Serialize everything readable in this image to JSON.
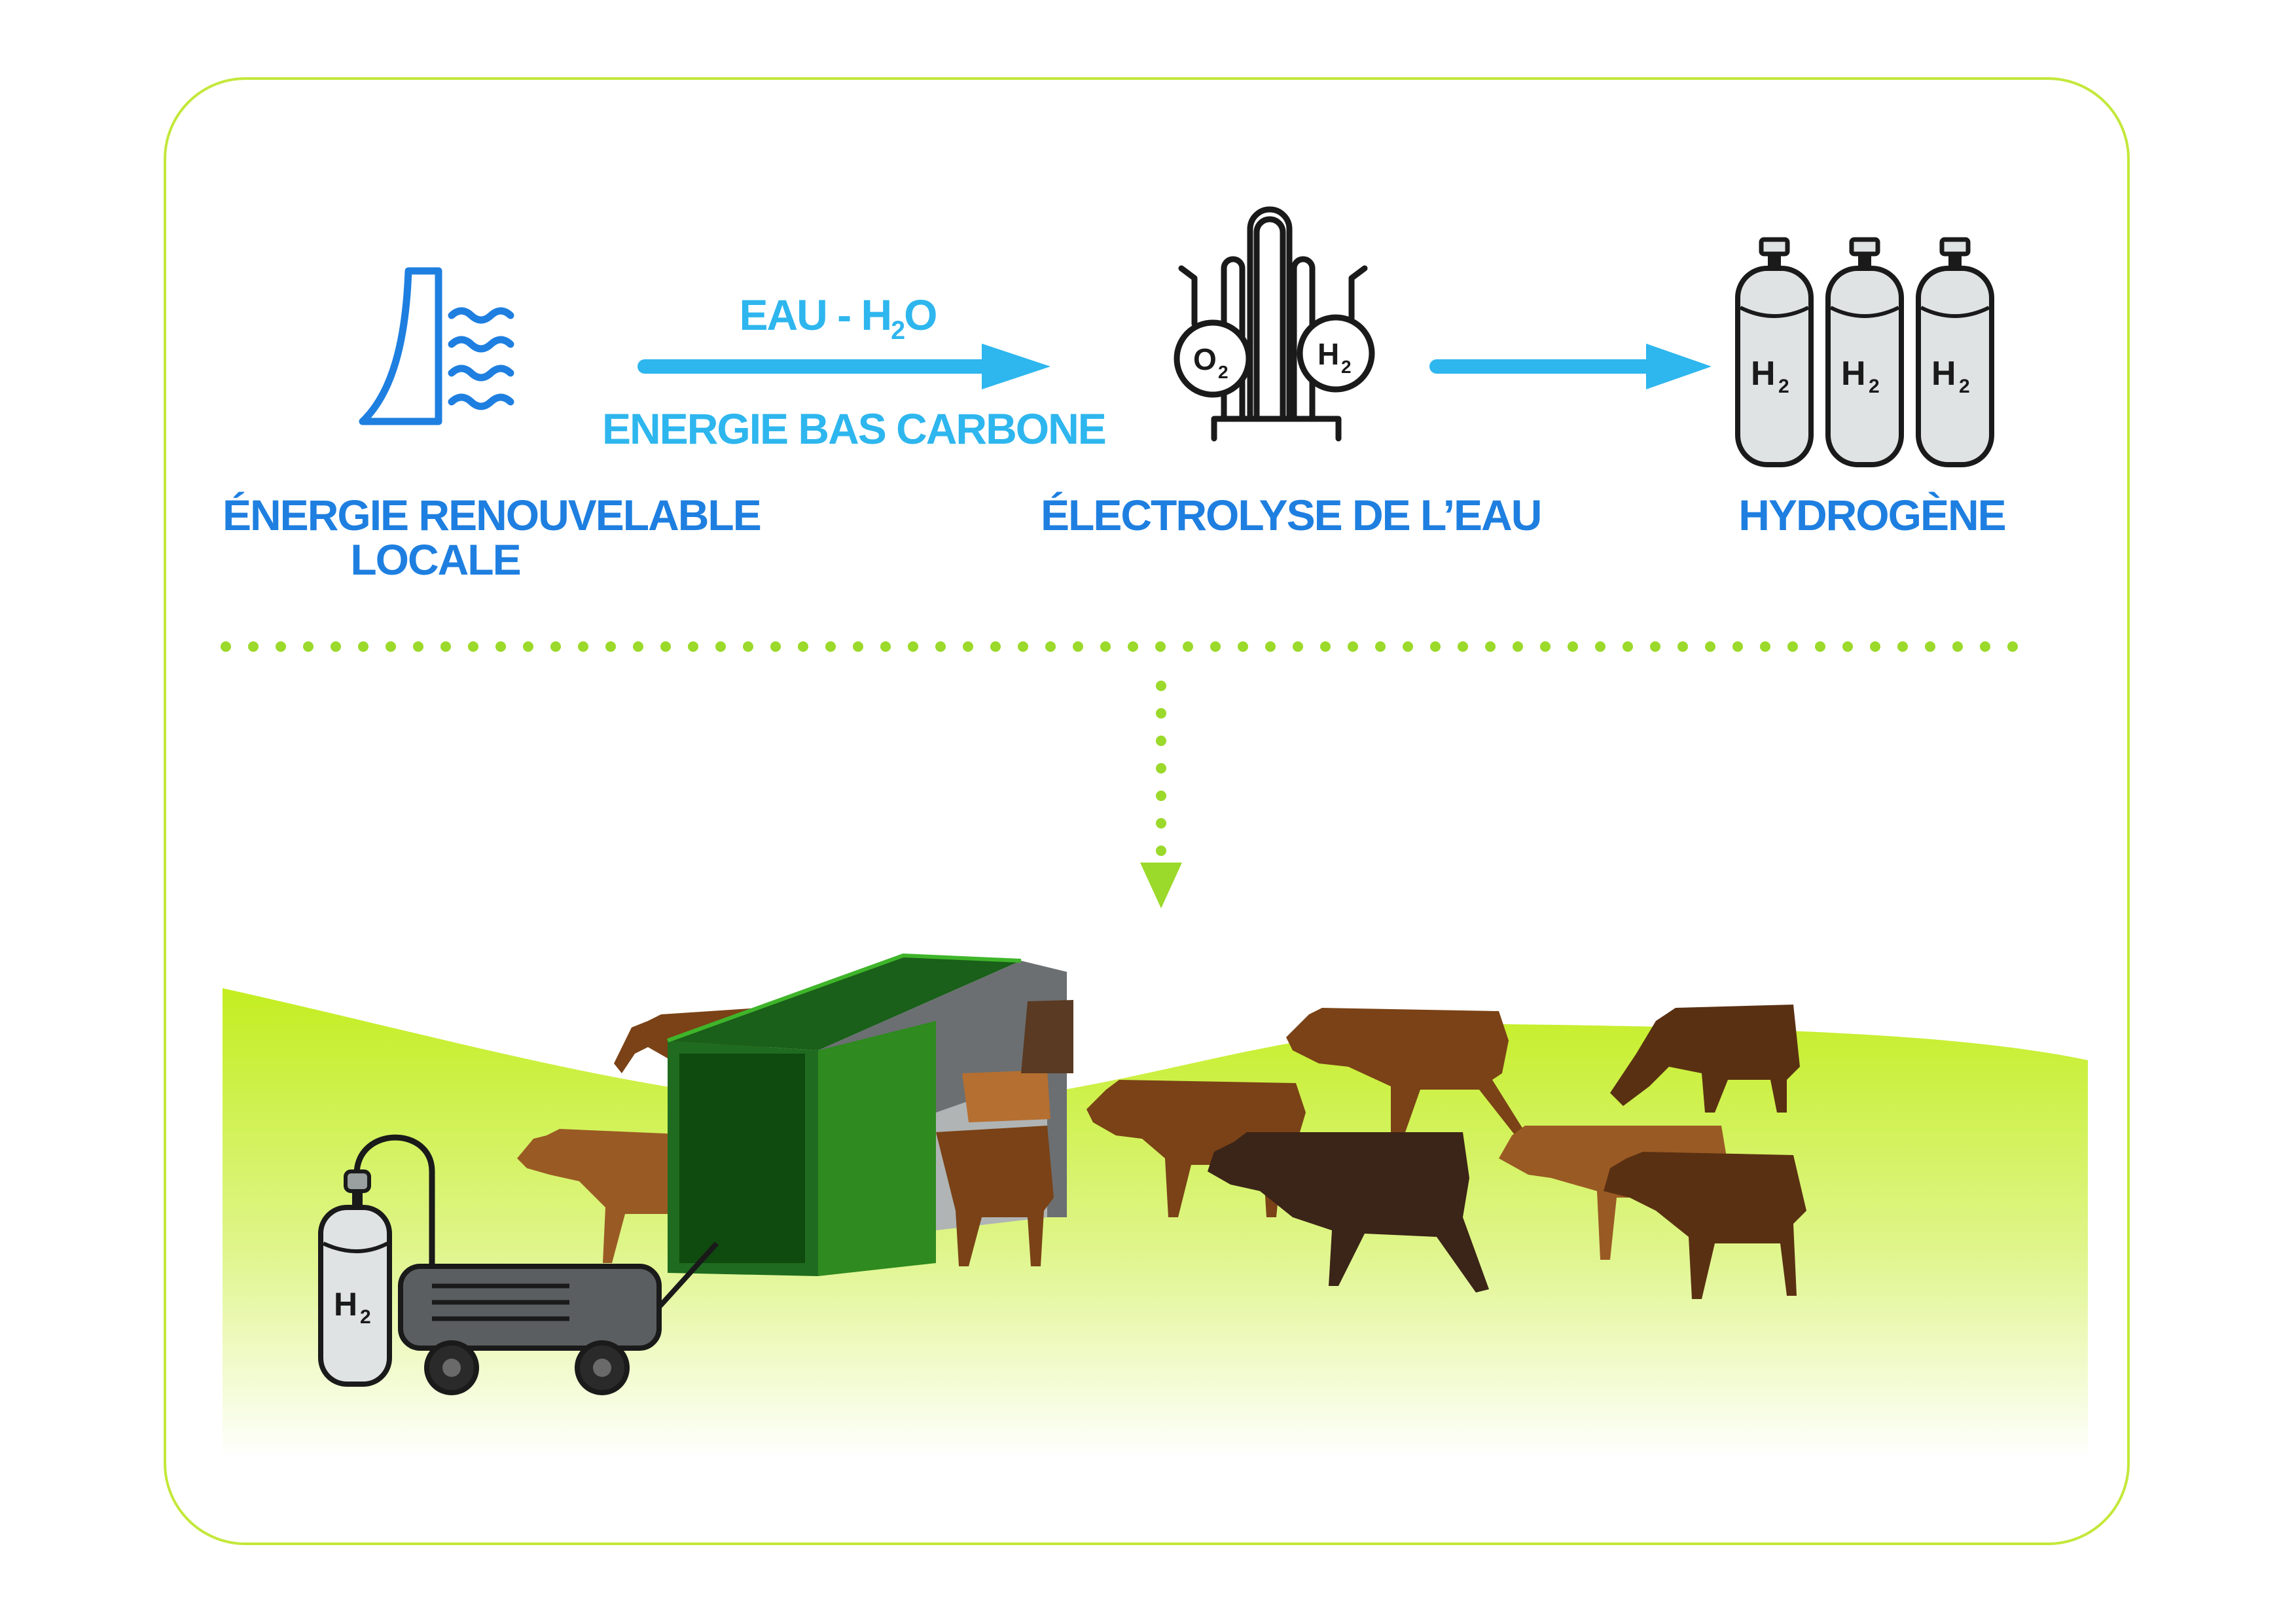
{
  "colors": {
    "frame_border": "#c3e83a",
    "text_blue": "#1e7fe0",
    "text_cyan": "#2eb6ee",
    "dots_green": "#9bd92a",
    "meadow_green": "#c3ee20"
  },
  "steps": {
    "renewable": {
      "icon": "hydro-dam-icon",
      "line1": "ÉNERGIE RENOUVELABLE",
      "line2": "LOCALE"
    },
    "arrow1": {
      "top_main": "EAU - H",
      "top_sub": "2",
      "top_end": "O",
      "bottom": "ENERGIE BAS CARBONE"
    },
    "electrolysis": {
      "icon": "electrolyzer-icon",
      "label": "ÉLECTROLYSE DE L’EAU",
      "o2_main": "O",
      "o2_sub": "2",
      "h2_main": "H",
      "h2_sub": "2"
    },
    "hydrogen": {
      "icon": "hydrogen-cylinders-icon",
      "label": "HYDROGÈNE",
      "cyl_main": "H",
      "cyl_sub": "2"
    }
  },
  "scene": {
    "generator_tank_main": "H",
    "generator_tank_sub": "2",
    "elements": [
      "hydrogen-tank-icon",
      "generator-icon",
      "milking-trailer-icon",
      "cow-icon"
    ]
  }
}
